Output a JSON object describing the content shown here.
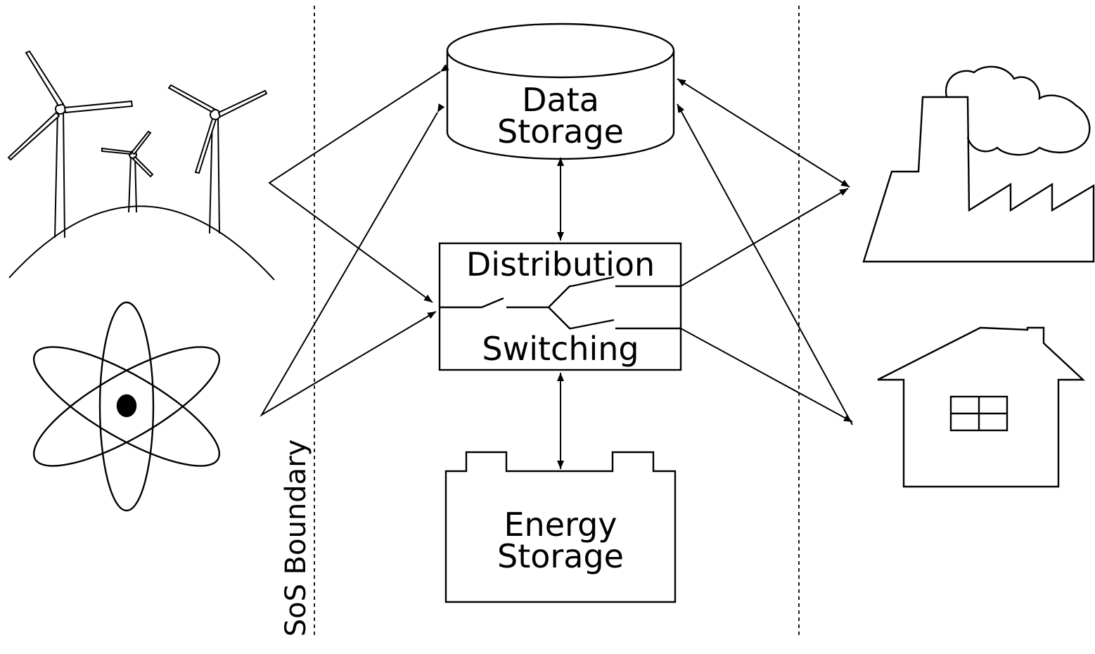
{
  "diagram": {
    "nodes": {
      "data_storage": {
        "line1": "Data",
        "line2": "Storage"
      },
      "distribution": {
        "line1": "Distribution",
        "line2": "Switching"
      },
      "energy_storage": {
        "line1": "Energy",
        "line2": "Storage"
      }
    },
    "boundary_label": "SoS Boundary",
    "icons": {
      "wind": "wind-turbines-icon",
      "atom": "nuclear-atom-icon",
      "factory": "factory-icon",
      "house": "house-icon"
    }
  }
}
